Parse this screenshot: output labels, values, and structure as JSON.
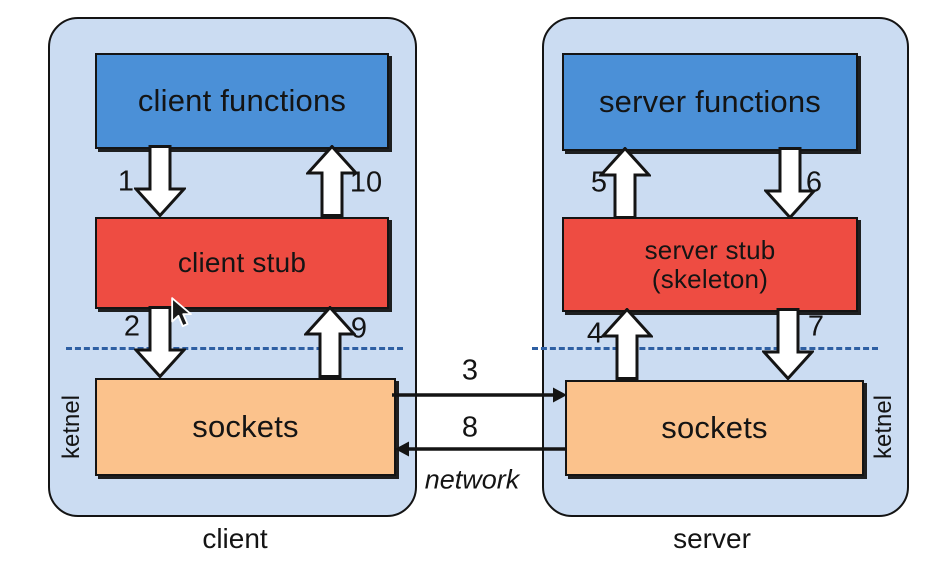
{
  "colors": {
    "panel-fill": "#cbdcf2",
    "func-fill": "#4b90d7",
    "stub-fill": "#ee4c42",
    "socket-fill": "#fbc28c",
    "dashed-color": "#2e5fa3"
  },
  "client": {
    "title": "client",
    "kernel_label": "ketnel",
    "functions_label": "client functions",
    "stub_label": "client stub",
    "sockets_label": "sockets",
    "steps": {
      "call_down": "1",
      "stub_to_socket": "2",
      "socket_to_stub": "9",
      "return_up": "10"
    }
  },
  "server": {
    "title": "server",
    "kernel_label": "ketnel",
    "functions_label": "server functions",
    "stub_label_line1": "server stub",
    "stub_label_line2": "(skeleton)",
    "sockets_label": "sockets",
    "steps": {
      "socket_to_stub": "4",
      "stub_to_func": "5",
      "func_to_stub": "6",
      "stub_to_socket": "7"
    }
  },
  "network": {
    "label": "network",
    "step_request": "3",
    "step_reply": "8"
  }
}
